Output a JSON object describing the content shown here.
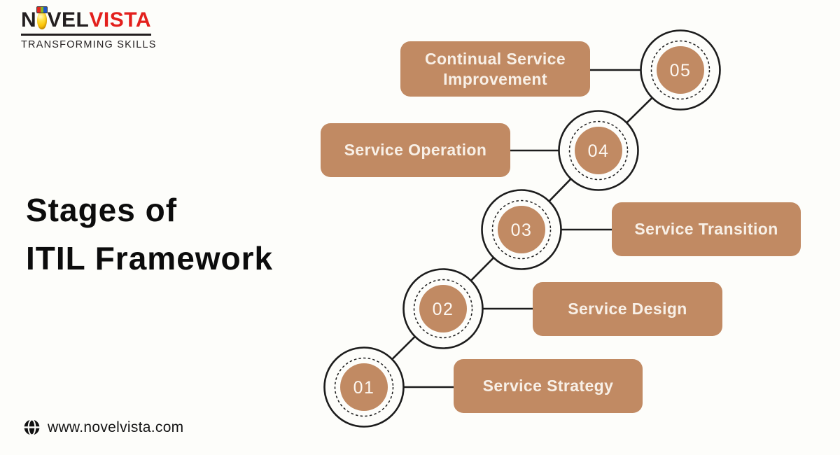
{
  "brand": {
    "name_part1": "N",
    "name_part2": "VEL",
    "name_part3": "VISTA",
    "tagline": "TRANSFORMING SKILLS"
  },
  "title": {
    "line1": "Stages of",
    "line2": "ITIL Framework"
  },
  "diagram": {
    "type": "staircase-process",
    "stages": [
      {
        "number": "01",
        "label": "Service Strategy",
        "label_side": "right"
      },
      {
        "number": "02",
        "label": "Service Design",
        "label_side": "right"
      },
      {
        "number": "03",
        "label": "Service Transition",
        "label_side": "right"
      },
      {
        "number": "04",
        "label": "Service Operation",
        "label_side": "left"
      },
      {
        "number": "05",
        "label": "Continual Service Improvement",
        "label_side": "left"
      }
    ]
  },
  "footer": {
    "website": "www.novelvista.com"
  },
  "colors": {
    "accent_tan": "#c18a63",
    "ink": "#1c1c1c",
    "logo_black": "#231f20",
    "logo_red": "#e3201d",
    "ball_yellow": "#fdc70a",
    "background": "#fdfdfa",
    "box_text": "#f8f0e7"
  }
}
